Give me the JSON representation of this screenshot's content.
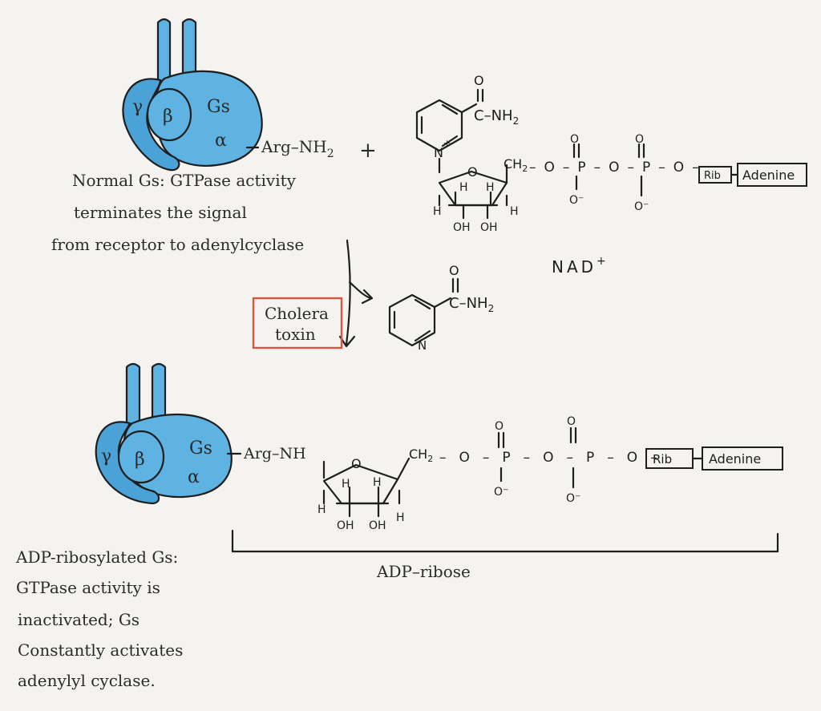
{
  "top": {
    "subunit_gamma": "γ",
    "subunit_beta": "β",
    "subunit_gs": "Gs",
    "subunit_alpha": "α",
    "arg_label": "Arg–NH",
    "arg_sub": "2",
    "plus": "+",
    "caption_lines": [
      "Normal Gs: GTPase activity",
      "terminates the signal",
      "from receptor to adenylcyclase"
    ]
  },
  "nad": {
    "carbonyl_o": "O",
    "amide": "C–NH",
    "amide_sub": "2",
    "plus_n": "N",
    "ring_o": "O",
    "ch2": "CH",
    "ch2_sub": "2",
    "linker": "–O–P–O–P–O–",
    "o_top1": "O",
    "o_top2": "O",
    "o_minus1": "O⁻",
    "o_minus2": "O⁻",
    "h_labels": [
      "H",
      "H",
      "H",
      "H"
    ],
    "oh_labels": [
      "OH",
      "OH"
    ],
    "rib": "Rib",
    "adenine": "Adenine",
    "name": "NAD",
    "name_sup": "+"
  },
  "toxin": {
    "line1": "Cholera",
    "line2": "toxin"
  },
  "nicotinamide": {
    "carbonyl_o": "O",
    "amide": "C–NH",
    "amide_sub": "2",
    "ring_n": "N"
  },
  "bottom": {
    "subunit_gamma": "γ",
    "subunit_beta": "β",
    "subunit_gs": "Gs",
    "subunit_alpha": "α",
    "arg_label": "Arg–NH",
    "ring_o": "O",
    "ch2": "CH",
    "ch2_sub": "2",
    "linker": "–O–P–O–P–O–",
    "o_top1": "O",
    "o_top2": "O",
    "o_minus1": "O⁻",
    "o_minus2": "O⁻",
    "h_labels": [
      "H",
      "H",
      "H",
      "H"
    ],
    "oh_labels": [
      "OH",
      "OH"
    ],
    "rib": "Rib",
    "adenine": "Adenine",
    "bracket_label": "ADP–ribose",
    "caption_lines": [
      "ADP-ribosylated Gs:",
      "GTPase activity is",
      "inactivated; Gs",
      "Constantly activates",
      "adenylyl cyclase."
    ]
  }
}
